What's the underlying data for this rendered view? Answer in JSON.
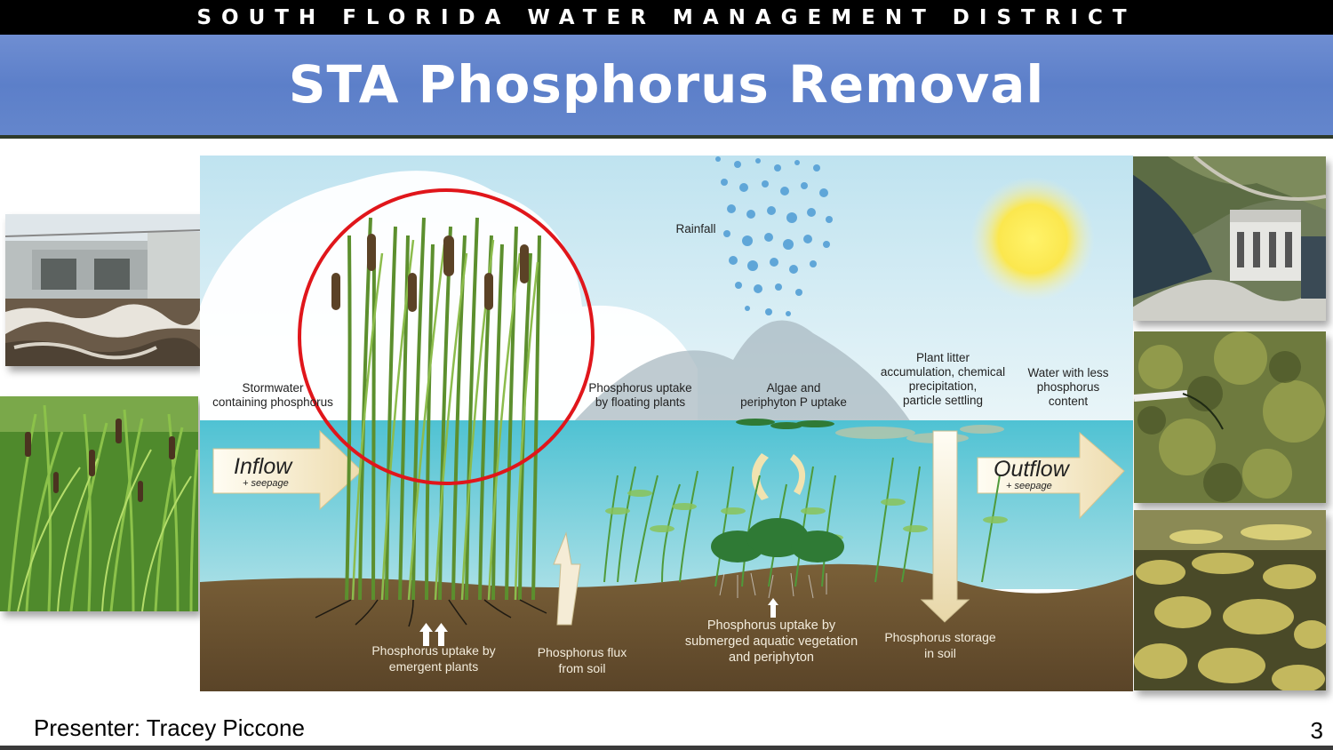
{
  "header": {
    "org": "SOUTH FLORIDA WATER MANAGEMENT DISTRICT",
    "title": "STA Phosphorus Removal"
  },
  "diagram": {
    "labels": {
      "rainfall": "Rainfall",
      "stormwater_1": "Stormwater",
      "stormwater_2": "containing phosphorus",
      "floating_1": "Phosphorus uptake",
      "floating_2": "by floating plants",
      "algae_1": "Algae and",
      "algae_2": "periphyton P uptake",
      "litter_1": "Plant litter",
      "litter_2": "accumulation, chemical",
      "litter_3": "precipitation,",
      "litter_4": "particle settling",
      "lessp_1": "Water with less",
      "lessp_2": "phosphorus",
      "lessp_3": "content",
      "inflow": "Inflow",
      "inflow_sub": "+ seepage",
      "outflow": "Outflow",
      "outflow_sub": "+ seepage",
      "emergent_1": "Phosphorus uptake by",
      "emergent_2": "emergent plants",
      "flux_1": "Phosphorus flux",
      "flux_2": "from soil",
      "sav_1": "Phosphorus uptake by",
      "sav_2": "submerged aquatic vegetation",
      "sav_3": "and periphyton",
      "storage_1": "Phosphorus storage",
      "storage_2": "in soil"
    }
  },
  "footer": {
    "presenter": "Presenter: Tracey Piccone",
    "page": "3"
  },
  "colors": {
    "header_bg": "#000000",
    "title_band": "#5c7fc9",
    "highlight_circle": "#e0161b",
    "soil": "#6a5232",
    "water": "#5ec8d6"
  }
}
